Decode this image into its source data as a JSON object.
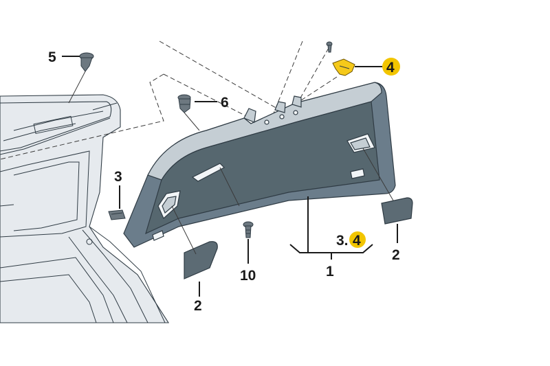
{
  "callouts": {
    "part_5": "5",
    "part_6": "6",
    "part_4_top": "4",
    "part_3": "3",
    "part_10": "10",
    "part_2_left": "2",
    "part_2_right": "2",
    "part_1": "1",
    "part_3_4_prefix": "3.",
    "part_3_4_suffix": "4"
  },
  "colors": {
    "highlight": "#f2c500",
    "trim_panel": "#6b7d8b",
    "outline": "#2f3b44"
  }
}
